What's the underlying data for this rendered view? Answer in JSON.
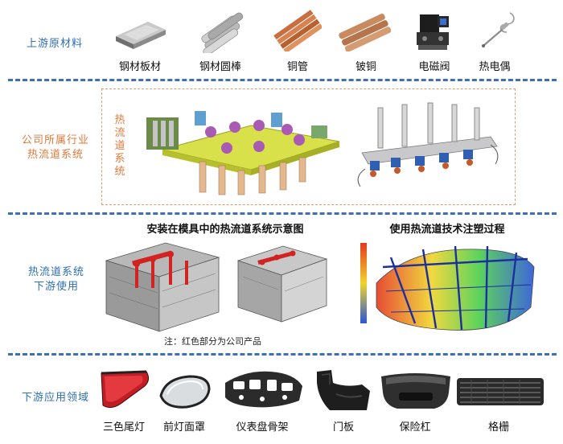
{
  "sections": {
    "upstream": {
      "label": "上游原材料",
      "items": [
        {
          "caption": "钢材板材",
          "icon": "steel-plate-icon"
        },
        {
          "caption": "钢材圆棒",
          "icon": "steel-rod-icon"
        },
        {
          "caption": "铜管",
          "icon": "copper-pipe-icon"
        },
        {
          "caption": "铍铜",
          "icon": "beryllium-copper-icon"
        },
        {
          "caption": "电磁阀",
          "icon": "solenoid-valve-icon"
        },
        {
          "caption": "热电偶",
          "icon": "thermocouple-icon"
        }
      ]
    },
    "industry": {
      "label_line1": "公司所属行业",
      "label_line2": "热流道系统",
      "vertical_text": "热流道系统"
    },
    "downstream_use": {
      "label_line1": "热流道系统",
      "label_line2": "下游使用",
      "left_title": "安装在模具中的热流道系统示意图",
      "right_title": "使用热流道技术注塑过程",
      "note": "注：红色部分为公司产品"
    },
    "applications": {
      "label": "下游应用领域",
      "items": [
        {
          "caption": "三色尾灯",
          "icon": "tail-light-icon"
        },
        {
          "caption": "前灯面罩",
          "icon": "headlight-cover-icon"
        },
        {
          "caption": "仪表盘骨架",
          "icon": "dashboard-frame-icon"
        },
        {
          "caption": "门板",
          "icon": "door-panel-icon"
        },
        {
          "caption": "保险杠",
          "icon": "bumper-icon"
        },
        {
          "caption": "格栅",
          "icon": "grille-icon"
        }
      ]
    }
  },
  "colors": {
    "label_blue": "#2e6fb6",
    "label_orange": "#e07a3b",
    "divider_blue": "#3f6fb5"
  }
}
